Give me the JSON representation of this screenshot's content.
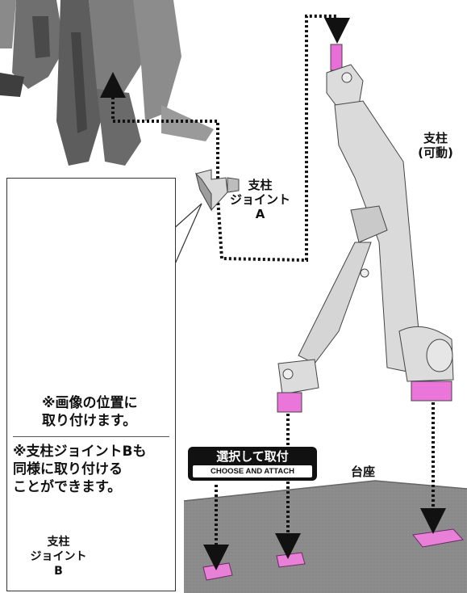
{
  "labels": {
    "post_movable": "支柱\n(可動)",
    "joint_a": "支柱\nジョイント\nA",
    "base": "台座",
    "joint_b": "支柱\nジョイント\nB"
  },
  "notes": {
    "attach_position": "※画像の位置に\n取り付けます。",
    "joint_b_note": "※支柱ジョイントBも\n同様に取り付ける\nことができます。"
  },
  "badge": {
    "jp": "選択して取付",
    "en": "CHOOSE AND ATTACH"
  },
  "colors": {
    "highlight": "#e040c8",
    "part_gray": "#d7d7d7",
    "photo_gray": "#7a7a7a",
    "arrow": "#111111"
  }
}
